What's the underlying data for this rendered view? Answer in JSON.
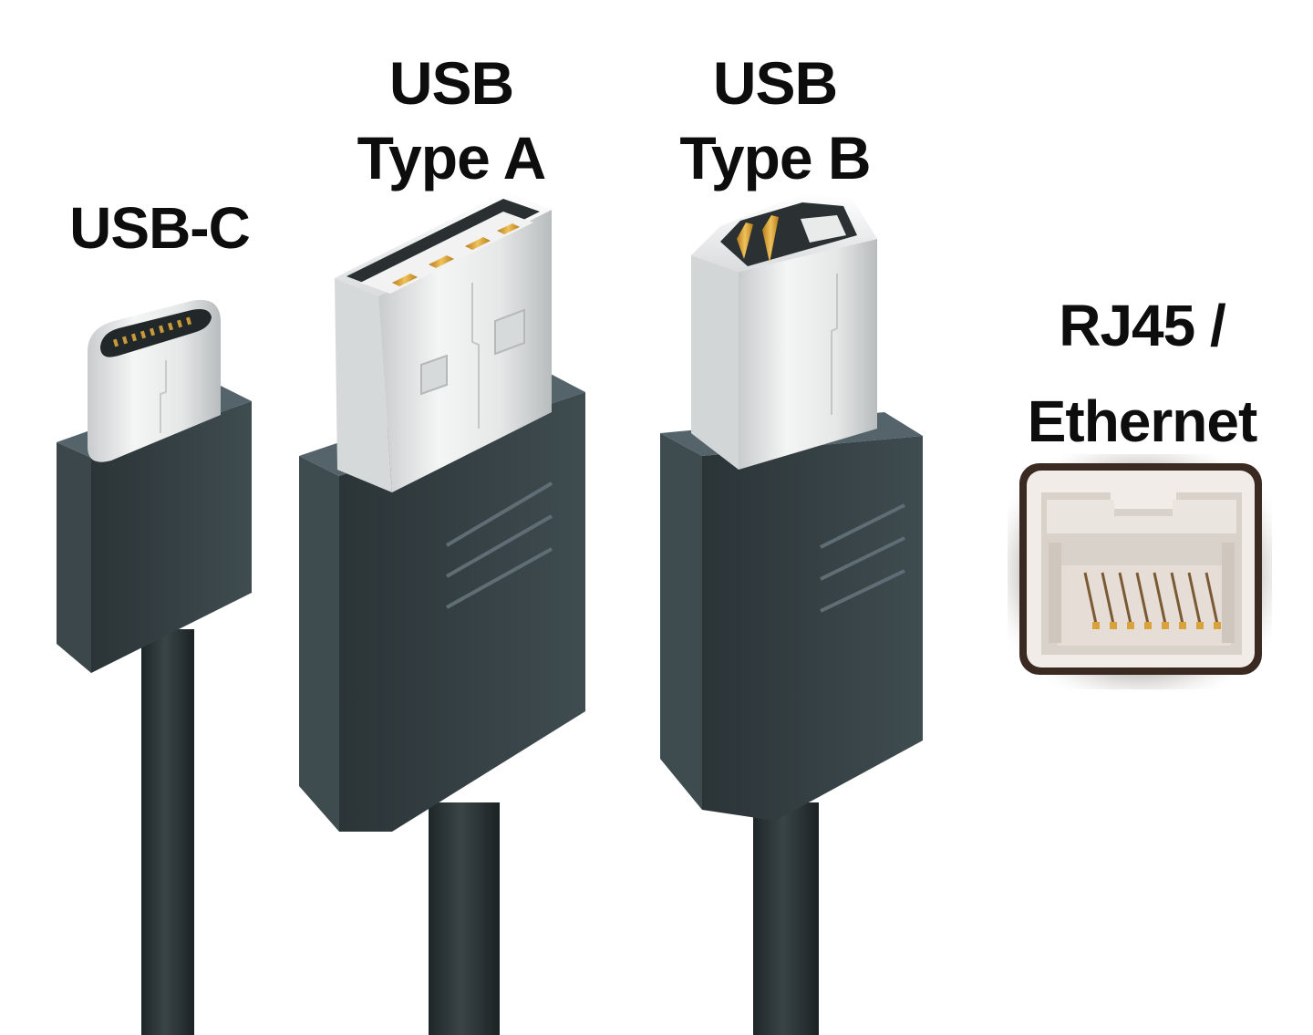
{
  "connectors": [
    {
      "id": "usb-c",
      "label_lines": [
        "USB-C"
      ]
    },
    {
      "id": "usb-type-a",
      "label_lines": [
        "USB",
        "Type A"
      ]
    },
    {
      "id": "usb-type-b",
      "label_lines": [
        "USB",
        "Type B"
      ]
    },
    {
      "id": "rj45-ethernet",
      "label_lines": [
        "RJ45 /",
        "Ethernet"
      ]
    }
  ],
  "colors": {
    "cable": "#2b3436",
    "housing_front": "#2e383b",
    "housing_side": "#3d4a4e",
    "housing_top": "#52616a",
    "metal_light": "#f2f3f3",
    "metal_shade": "#c9cccd",
    "gold_contact": "#d9a23a",
    "port_beige": "#e8e2dc",
    "port_frame": "#3a2a22"
  }
}
